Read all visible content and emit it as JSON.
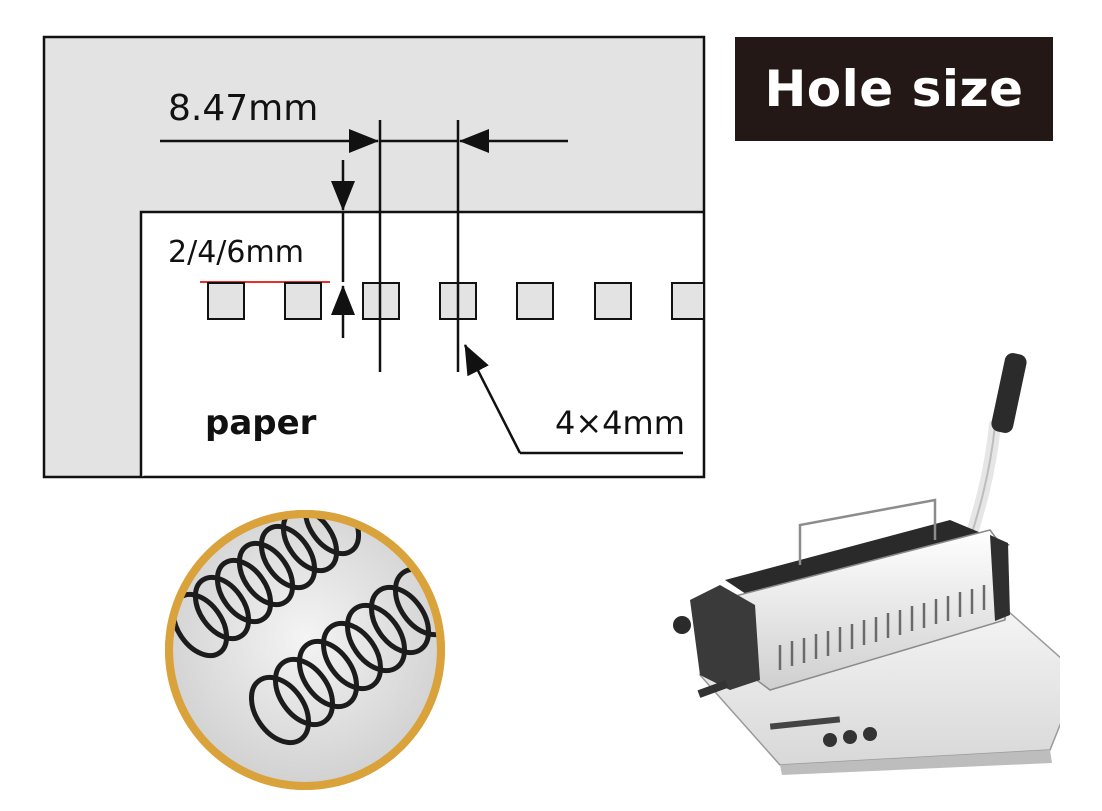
{
  "title": "Hole size",
  "labels": {
    "pitch": "8.47mm",
    "margin": "2/4/6mm",
    "hole": "4×4mm",
    "paper": "paper"
  },
  "colors": {
    "background_sheet": "#e3e3e3",
    "paper": "#ffffff",
    "title_bg": "#231815",
    "title_text": "#ffffff",
    "edge_line": "#e8302a",
    "ring": "#d9a23a",
    "wire": "#1c1c1c"
  },
  "icons": {
    "wire": "binding-wire-photo",
    "machine": "binding-machine-photo"
  }
}
